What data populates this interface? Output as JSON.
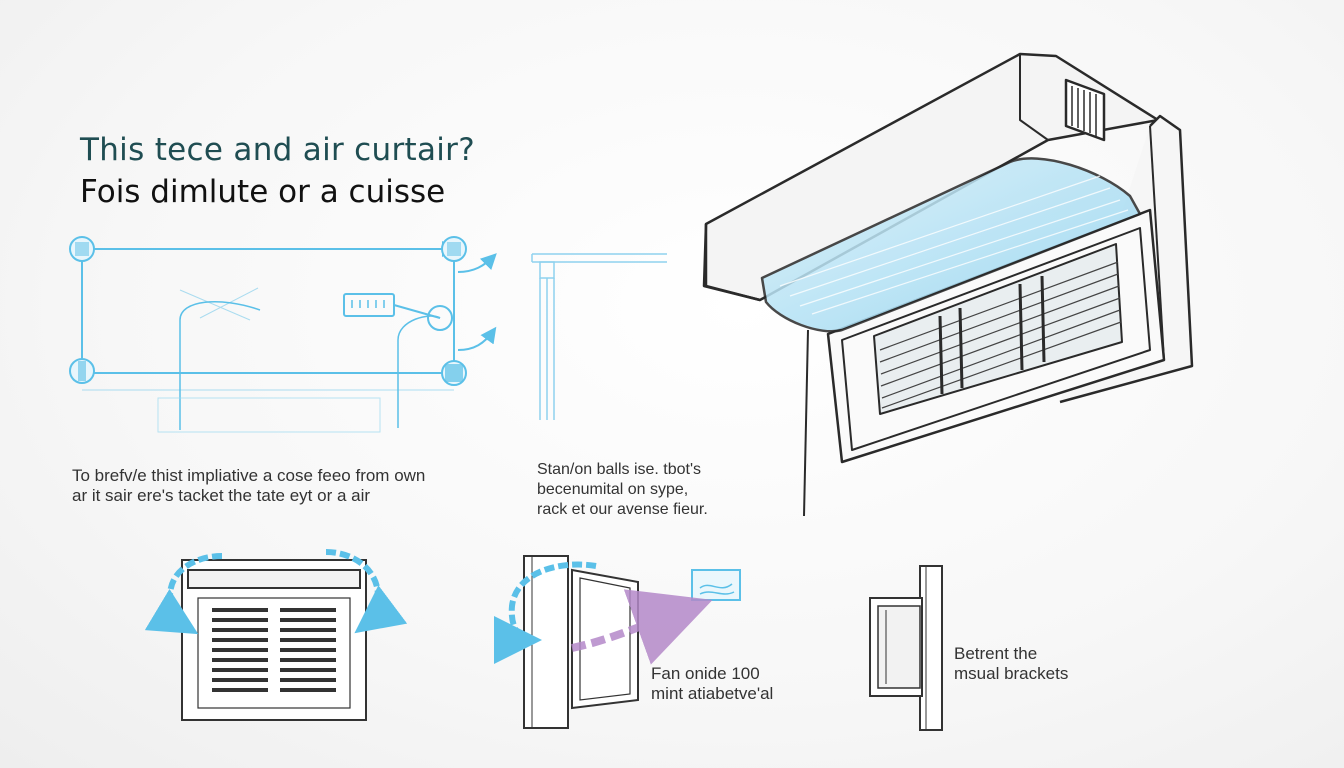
{
  "heading": {
    "line1": "This tece and air curtair?",
    "line2": "Fois dimlute or a cuisse",
    "line1_color": "#1f4d52",
    "line2_color": "#111111"
  },
  "notes": {
    "left": [
      "To brefv/e thist impliative a cose feeo from own",
      "ar it sair ere's tacket the tate eyt or a air"
    ],
    "center": [
      "Stan/on balls ise. tbot's",
      "becenumital on sype,",
      "rack et our avense fieur."
    ],
    "fan": [
      "Fan onide 100",
      "mint atiabetve'al"
    ],
    "bracket": [
      "Betrent the",
      "msual brackets"
    ]
  },
  "colors": {
    "accent_blue": "#5bc0e8",
    "accent_purple": "#b489c9",
    "line_dark": "#2a2a2a"
  },
  "icons": [
    "air-curtain-unit",
    "schematic-frame",
    "airflow-arrow-icon",
    "wall-bracket-icon",
    "door-airflow-icon",
    "grille-unit-icon"
  ]
}
